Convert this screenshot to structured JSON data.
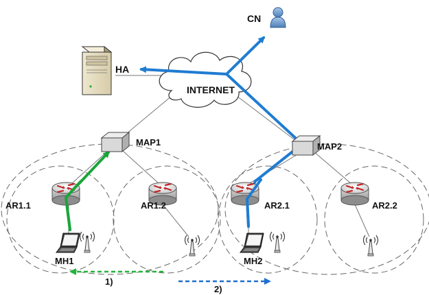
{
  "labels": {
    "cn": "CN",
    "ha": "HA",
    "internet": "INTERNET",
    "map1": "MAP1",
    "map2": "MAP2",
    "ar11": "AR1.1",
    "ar12": "AR1.2",
    "ar21": "AR2.1",
    "ar22": "AR2.2",
    "mh1": "MH1",
    "mh2": "MH2",
    "step1": "1)",
    "step2": "2)"
  },
  "colors": {
    "green_path": "#1aa53a",
    "blue_path": "#1f7cd1",
    "green_dash": "#1fb33c",
    "blue_dash": "#1f6fcf",
    "link_gray": "#777777",
    "domain_dash": "#666666"
  },
  "icons": {
    "ha": "server-icon",
    "cn": "user-icon",
    "internet": "cloud-icon",
    "map": "switch-icon",
    "ar": "router-icon",
    "mh": "laptop-icon",
    "ap": "antenna-icon"
  }
}
